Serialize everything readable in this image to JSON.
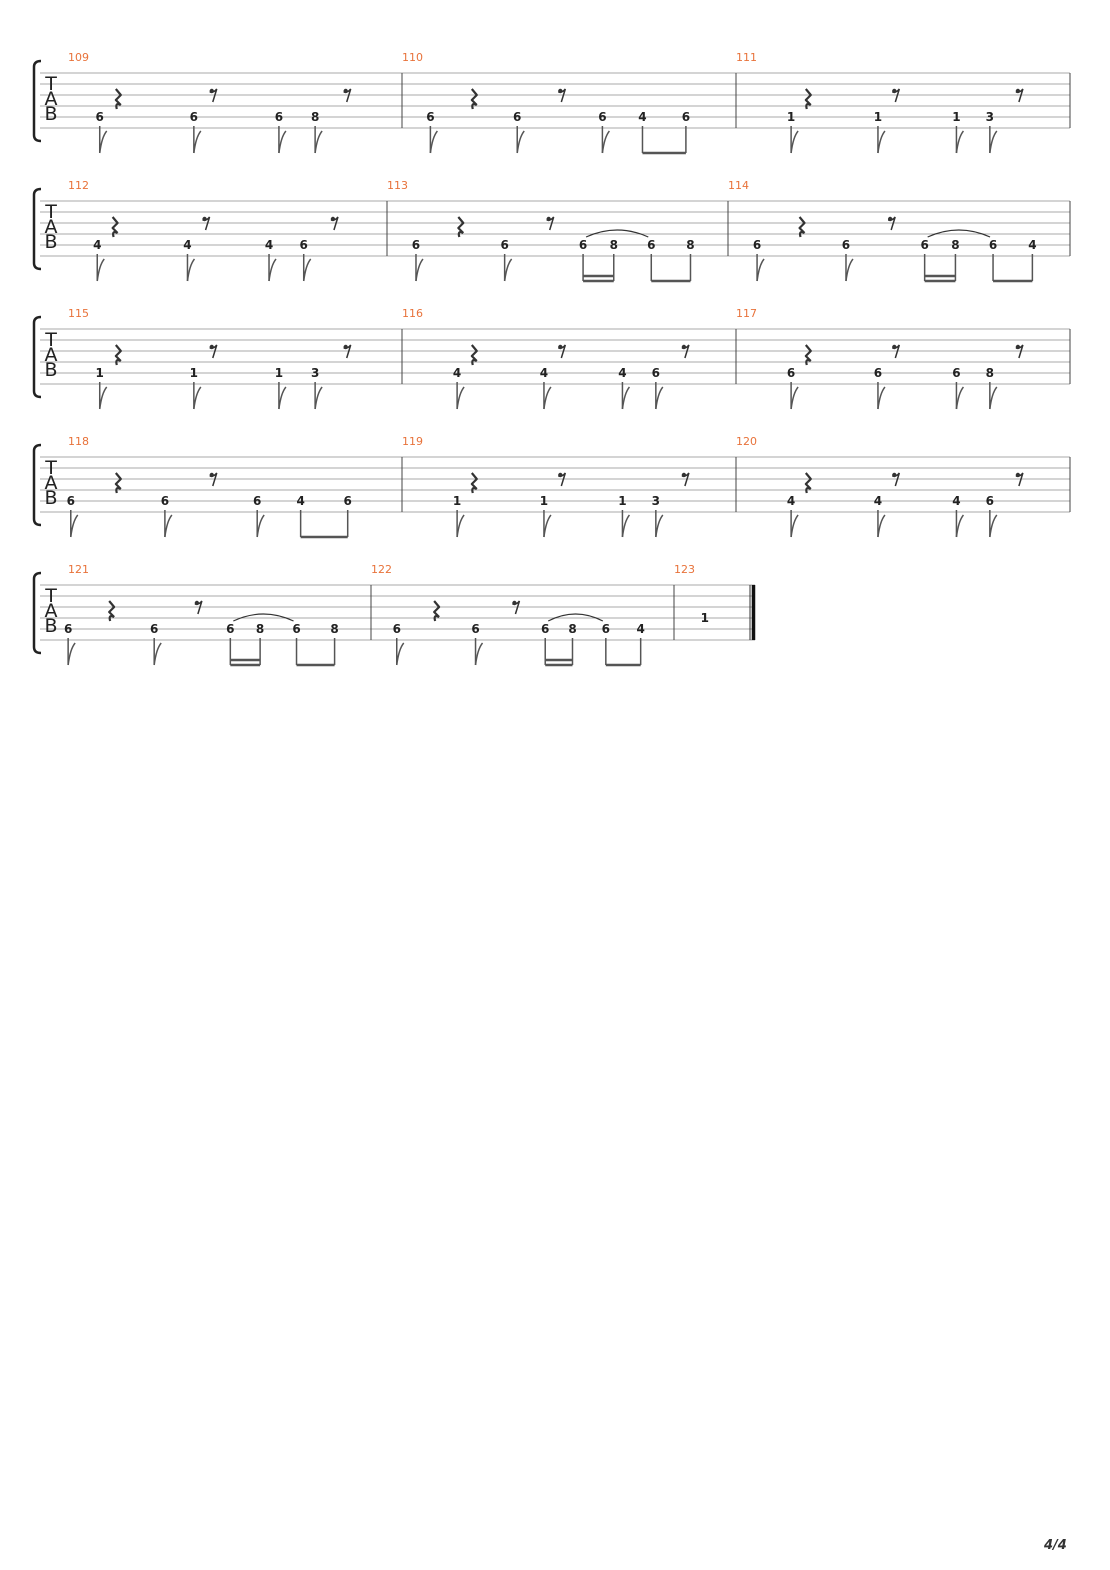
{
  "page_number": "4/4",
  "clef": [
    "T",
    "A",
    "B"
  ],
  "systems": [
    {
      "measures": [
        {
          "number": "109",
          "rests": [
            "quarter",
            "eighth",
            "eighth"
          ],
          "notes": [
            {
              "fret": "6",
              "dur": "8"
            },
            {
              "fret": "6",
              "dur": "8"
            },
            {
              "fret": "6",
              "dur": "8"
            },
            {
              "fret": "8",
              "dur": "8"
            }
          ]
        },
        {
          "number": "110",
          "rests": [
            "quarter",
            "eighth"
          ],
          "notes": [
            {
              "fret": "6",
              "dur": "8"
            },
            {
              "fret": "6",
              "dur": "8"
            },
            {
              "fret": "6",
              "dur": "8"
            },
            {
              "fret": "4",
              "dur": "8b"
            },
            {
              "fret": "6",
              "dur": "8b"
            }
          ]
        },
        {
          "number": "111",
          "rests": [
            "quarter",
            "eighth",
            "eighth"
          ],
          "notes": [
            {
              "fret": "1",
              "dur": "8"
            },
            {
              "fret": "1",
              "dur": "8"
            },
            {
              "fret": "1",
              "dur": "8"
            },
            {
              "fret": "3",
              "dur": "8"
            }
          ]
        }
      ]
    },
    {
      "measures": [
        {
          "number": "112",
          "rests": [
            "quarter",
            "eighth",
            "eighth"
          ],
          "notes": [
            {
              "fret": "4",
              "dur": "8"
            },
            {
              "fret": "4",
              "dur": "8"
            },
            {
              "fret": "4",
              "dur": "8"
            },
            {
              "fret": "6",
              "dur": "8"
            }
          ]
        },
        {
          "number": "113",
          "rests": [
            "quarter",
            "eighth"
          ],
          "notes": [
            {
              "fret": "6",
              "dur": "8"
            },
            {
              "fret": "6",
              "dur": "8"
            },
            {
              "fret": "6",
              "dur": "16b",
              "tie": true
            },
            {
              "fret": "8",
              "dur": "16b"
            },
            {
              "fret": "6",
              "dur": "8b"
            },
            {
              "fret": "8",
              "dur": "8b"
            }
          ]
        },
        {
          "number": "114",
          "rests": [
            "quarter",
            "eighth"
          ],
          "notes": [
            {
              "fret": "6",
              "dur": "8"
            },
            {
              "fret": "6",
              "dur": "8"
            },
            {
              "fret": "6",
              "dur": "16b",
              "tie": true
            },
            {
              "fret": "8",
              "dur": "16b"
            },
            {
              "fret": "6",
              "dur": "8b"
            },
            {
              "fret": "4",
              "dur": "8b"
            }
          ]
        }
      ]
    },
    {
      "measures": [
        {
          "number": "115",
          "rests": [
            "quarter",
            "eighth",
            "eighth"
          ],
          "notes": [
            {
              "fret": "1",
              "dur": "8"
            },
            {
              "fret": "1",
              "dur": "8"
            },
            {
              "fret": "1",
              "dur": "8"
            },
            {
              "fret": "3",
              "dur": "8"
            }
          ]
        },
        {
          "number": "116",
          "rests": [
            "quarter",
            "eighth",
            "eighth"
          ],
          "notes": [
            {
              "fret": "4",
              "dur": "8"
            },
            {
              "fret": "4",
              "dur": "8"
            },
            {
              "fret": "4",
              "dur": "8"
            },
            {
              "fret": "6",
              "dur": "8"
            }
          ]
        },
        {
          "number": "117",
          "rests": [
            "quarter",
            "eighth",
            "eighth"
          ],
          "notes": [
            {
              "fret": "6",
              "dur": "8"
            },
            {
              "fret": "6",
              "dur": "8"
            },
            {
              "fret": "6",
              "dur": "8"
            },
            {
              "fret": "8",
              "dur": "8"
            }
          ]
        }
      ]
    },
    {
      "measures": [
        {
          "number": "118",
          "rests": [
            "quarter",
            "eighth"
          ],
          "notes": [
            {
              "fret": "6",
              "dur": "8"
            },
            {
              "fret": "6",
              "dur": "8"
            },
            {
              "fret": "6",
              "dur": "8"
            },
            {
              "fret": "4",
              "dur": "8b"
            },
            {
              "fret": "6",
              "dur": "8b"
            }
          ]
        },
        {
          "number": "119",
          "rests": [
            "quarter",
            "eighth",
            "eighth"
          ],
          "notes": [
            {
              "fret": "1",
              "dur": "8"
            },
            {
              "fret": "1",
              "dur": "8"
            },
            {
              "fret": "1",
              "dur": "8"
            },
            {
              "fret": "3",
              "dur": "8"
            }
          ]
        },
        {
          "number": "120",
          "rests": [
            "quarter",
            "eighth",
            "eighth"
          ],
          "notes": [
            {
              "fret": "4",
              "dur": "8"
            },
            {
              "fret": "4",
              "dur": "8"
            },
            {
              "fret": "4",
              "dur": "8"
            },
            {
              "fret": "6",
              "dur": "8"
            }
          ]
        }
      ]
    },
    {
      "measures": [
        {
          "number": "121",
          "rests": [
            "quarter",
            "eighth"
          ],
          "notes": [
            {
              "fret": "6",
              "dur": "8"
            },
            {
              "fret": "6",
              "dur": "8"
            },
            {
              "fret": "6",
              "dur": "16b",
              "tie": true
            },
            {
              "fret": "8",
              "dur": "16b"
            },
            {
              "fret": "6",
              "dur": "8b"
            },
            {
              "fret": "8",
              "dur": "8b"
            }
          ]
        },
        {
          "number": "122",
          "rests": [
            "quarter",
            "eighth"
          ],
          "notes": [
            {
              "fret": "6",
              "dur": "8"
            },
            {
              "fret": "6",
              "dur": "8"
            },
            {
              "fret": "6",
              "dur": "16b",
              "tie": true
            },
            {
              "fret": "8",
              "dur": "16b"
            },
            {
              "fret": "6",
              "dur": "8b"
            },
            {
              "fret": "4",
              "dur": "8b"
            }
          ]
        },
        {
          "number": "123",
          "rests": [],
          "final": true,
          "notes": [
            {
              "fret": "1",
              "dur": "w"
            }
          ]
        }
      ]
    }
  ]
}
